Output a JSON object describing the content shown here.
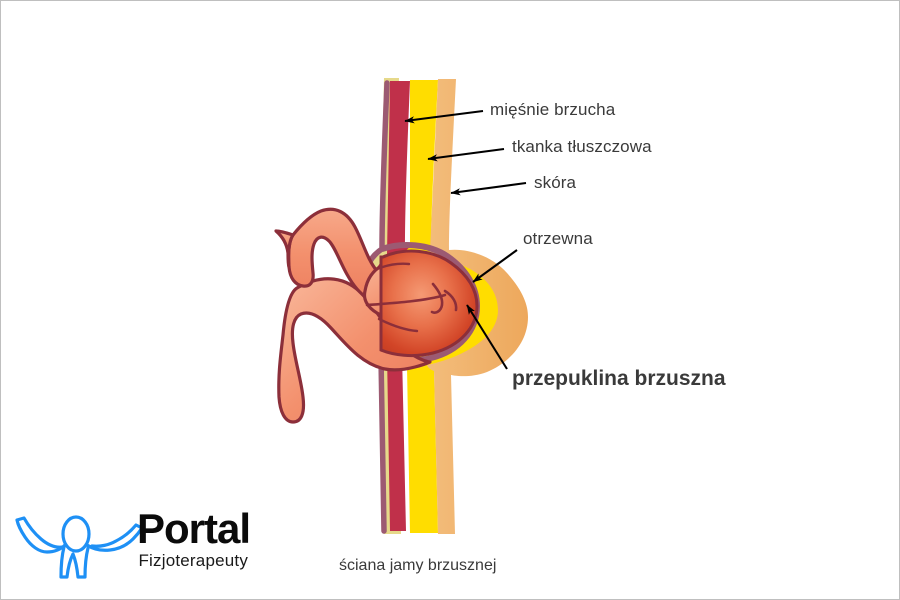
{
  "illustration": {
    "title_caption": "ściana jamy brzusznej",
    "main_label": "przepuklina brzuszna",
    "labels": [
      {
        "id": "muscles",
        "text": "mięśnie brzucha"
      },
      {
        "id": "fat",
        "text": "tkanka tłuszczowa"
      },
      {
        "id": "skin",
        "text": "skóra"
      },
      {
        "id": "peritoneum",
        "text": "otrzewna"
      }
    ],
    "colors": {
      "muscle": "#c0304a",
      "fat": "#ffdd00",
      "skin": "#f0b46a",
      "peritoneum": "#9c5a72",
      "outer_edge": "#e6d98a",
      "intestine": "#f3906d",
      "intestine_outline": "#8c2f3a",
      "hernia_deep": "#d0402a",
      "label_text": "#3a3a3a",
      "arrow": "#000000",
      "background": "#ffffff",
      "border": "#bfbfbf",
      "logo_blue": "#1e90f5",
      "logo_text": "#0b0b0b"
    }
  },
  "logo": {
    "brand": "Portal",
    "sub": "Fizjoterapeuty",
    "figure_icon": "person-arms-outstretched-icon"
  }
}
